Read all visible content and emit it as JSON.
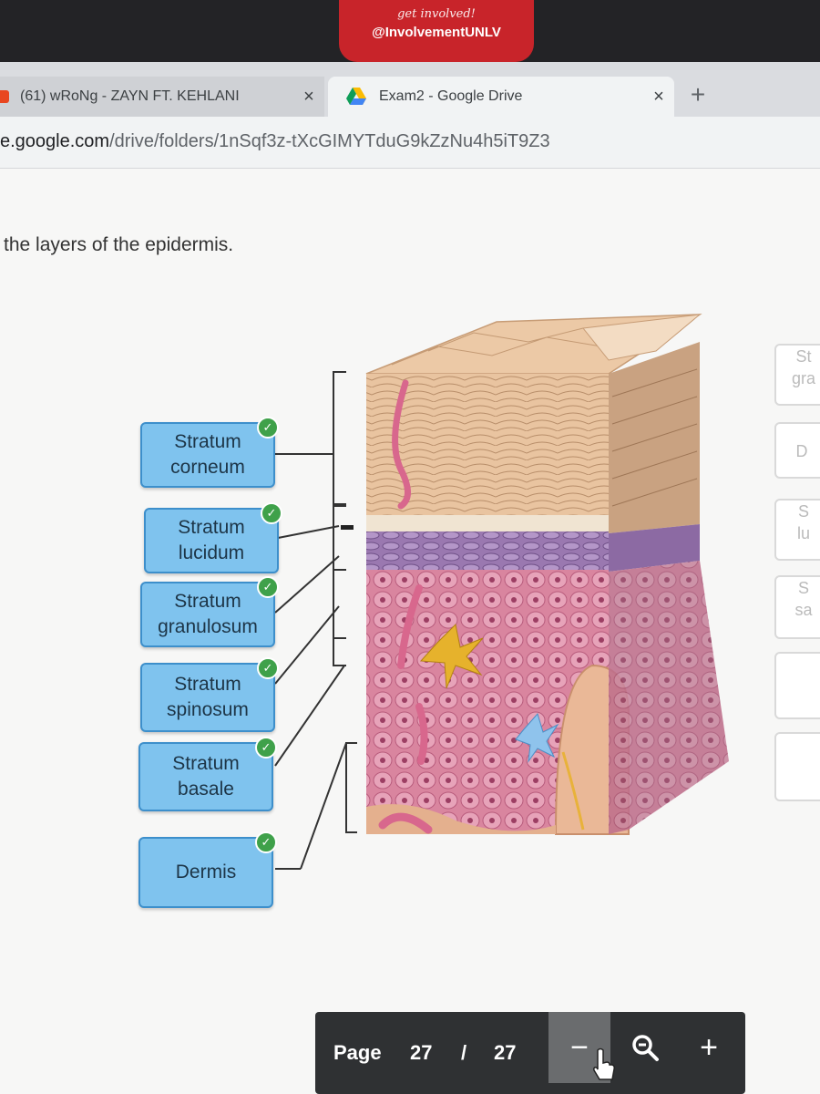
{
  "sticker": {
    "line1": "get involved!",
    "line2": "@InvolvementUNLV"
  },
  "browser": {
    "tabs": [
      {
        "title": "(61) wRoNg - ZAYN FT. KEHLANI",
        "active": false,
        "close": "×"
      },
      {
        "title": "Exam2 - Google Drive",
        "active": true,
        "close": "×"
      }
    ],
    "new_tab": "+",
    "url_host": "e.google.com",
    "url_path": "/drive/folders/1nSqf3z-tXcGIMYTduG9kZzNu4h5iT9Z3"
  },
  "question": {
    "instruction": "the layers of the epidermis."
  },
  "labels": [
    {
      "line1": "Stratum",
      "line2": "corneum",
      "correct": true
    },
    {
      "line1": "Stratum",
      "line2": "lucidum",
      "correct": true
    },
    {
      "line1": "Stratum",
      "line2": "granulosum",
      "correct": true
    },
    {
      "line1": "Stratum",
      "line2": "spinosum",
      "correct": true
    },
    {
      "line1": "Stratum",
      "line2": "basale",
      "correct": true
    },
    {
      "line1": "Dermis",
      "line2": "",
      "correct": true
    }
  ],
  "check_glyph": "✓",
  "bank": [
    {
      "line1": "St",
      "line2": "gra"
    },
    {
      "line1": "D",
      "line2": ""
    },
    {
      "line1": "S",
      "line2": "lu"
    },
    {
      "line1": "S",
      "line2": "sa"
    },
    {
      "line1": "",
      "line2": ""
    },
    {
      "line1": "",
      "line2": ""
    }
  ],
  "pdf_toolbar": {
    "page_label": "Page",
    "current_page": "27",
    "separator": "/",
    "total_pages": "27",
    "zoom_out": "−",
    "zoom_in": "+",
    "icons": {
      "search": "magnifier-icon"
    }
  },
  "colors": {
    "label_fill": "#7fc3ee",
    "label_border": "#3d8fcb",
    "check": "#3fa14a",
    "pdf_bar": "#2f3133"
  }
}
